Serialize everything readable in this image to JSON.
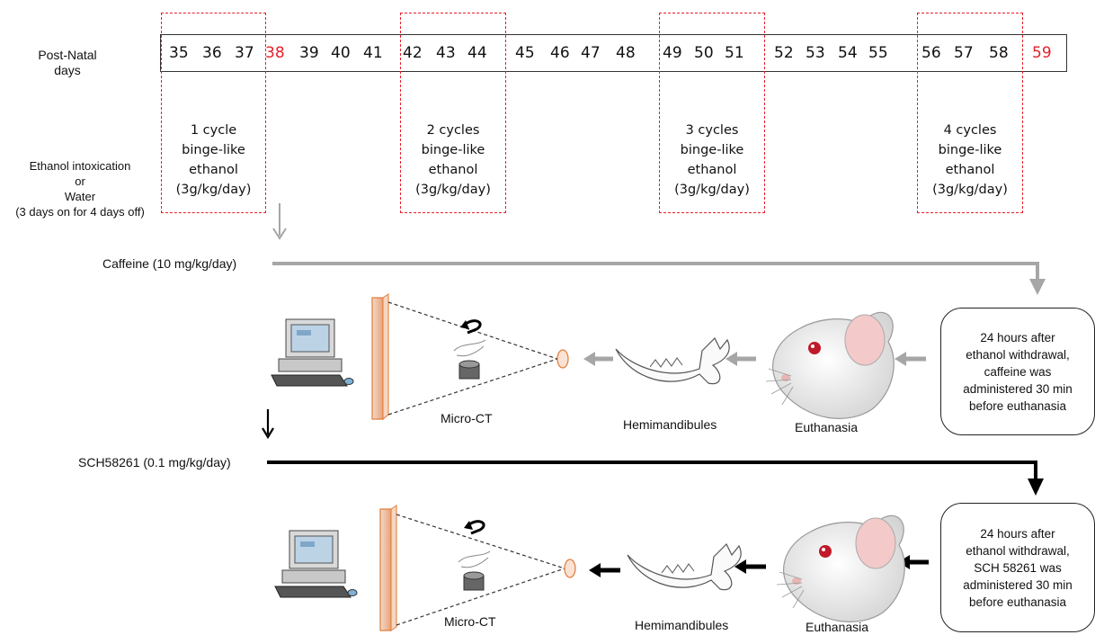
{
  "timeline": {
    "label": "Post-Natal\ndays",
    "days": [
      "35",
      "36",
      "37",
      "38",
      "39",
      "40",
      "41",
      "42",
      "43",
      "44",
      "45",
      "46",
      "47",
      "48",
      "49",
      "50",
      "51",
      "52",
      "53",
      "54",
      "55",
      "56",
      "57",
      "58",
      "59"
    ],
    "highlight_days": [
      "38",
      "59"
    ],
    "highlight_color": "#e5202a"
  },
  "cycles": [
    {
      "text": "1 cycle\nbinge-like\nethanol\n(3g/kg/day)"
    },
    {
      "text": "2 cycles\nbinge-like\nethanol\n(3g/kg/day)"
    },
    {
      "text": "3 cycles\nbinge-like\nethanol\n(3g/kg/day)"
    },
    {
      "text": "4 cycles\nbinge-like\nethanol\n(3g/kg/day)"
    }
  ],
  "protocol": {
    "label": "Ethanol intoxication\nor\nWater\n(3 days on for 4 days off)"
  },
  "caffeine": {
    "label": "Caffeine (10 mg/kg/day)",
    "note": "24 hours after\nethanol withdrawal,\ncaffeine was\nadministered 30 min\nbefore euthanasia",
    "line_color": "#a6a6a6"
  },
  "sch": {
    "label": "SCH58261 (0.1 mg/kg/day)",
    "note": "24 hours after\nethanol withdrawal,\nSCH 58261 was\nadministered 30 min\nbefore euthanasia",
    "line_color": "#000000"
  },
  "steps": {
    "euthanasia": "Euthanasia",
    "hemimandibules": "Hemimandibules",
    "microct": "Micro-CT"
  }
}
